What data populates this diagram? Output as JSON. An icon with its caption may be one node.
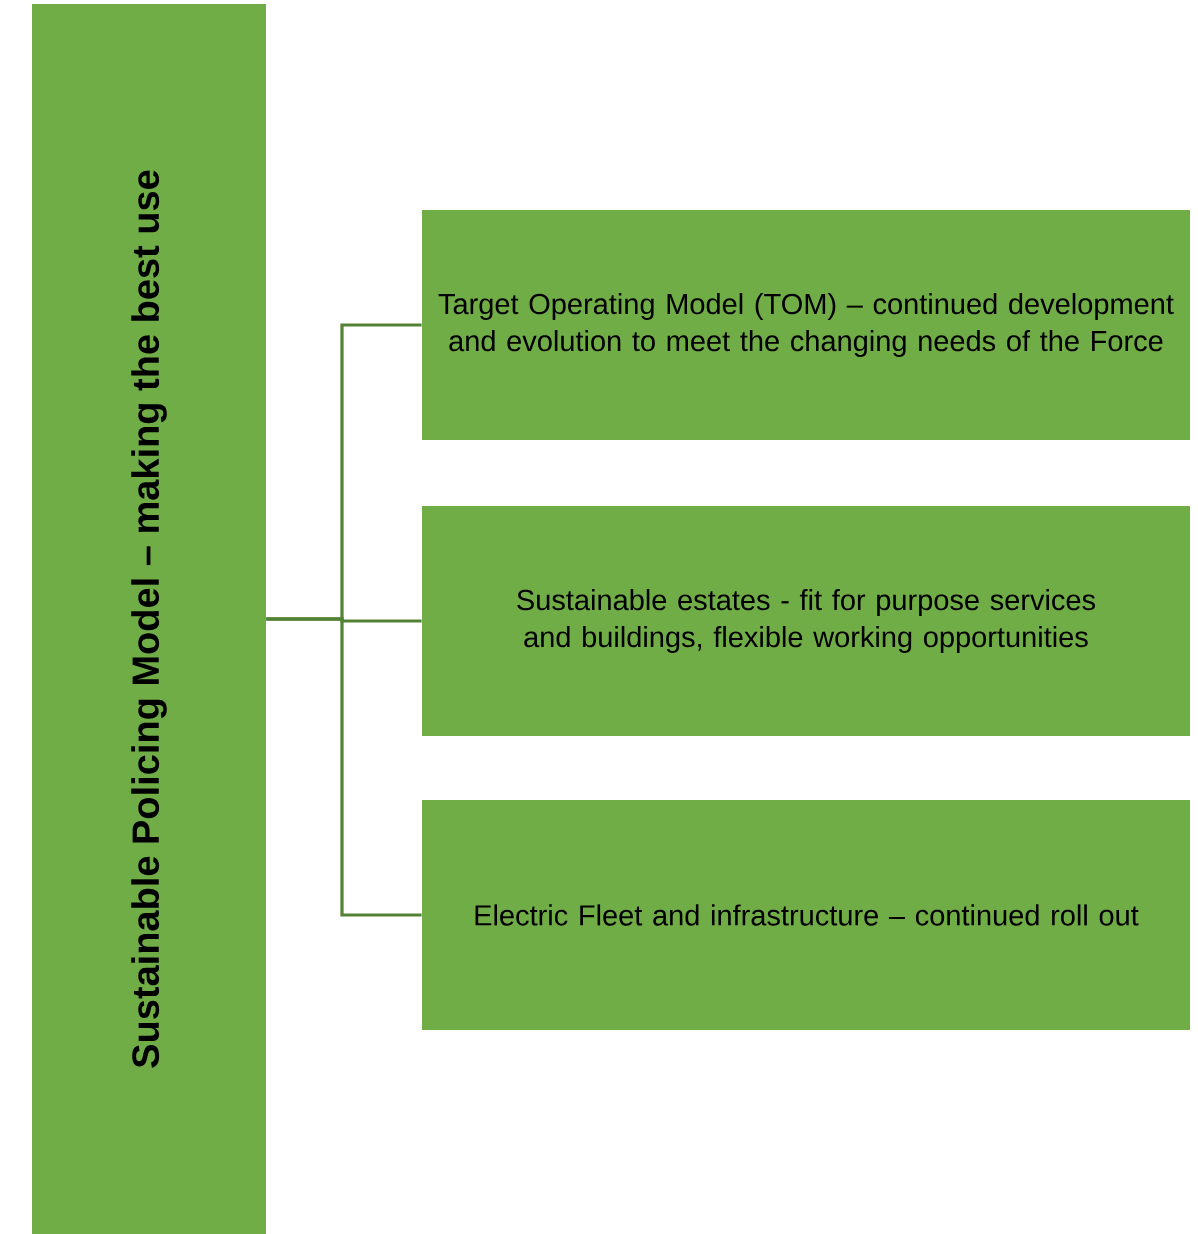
{
  "diagram": {
    "nodes": [
      {
        "text": [
          "Sustainable Policing Model – making the best use"
        ]
      },
      {
        "text": [
          "Target Operating Model (TOM) – continued development and evolution to meet the changing needs of the Force"
        ]
      },
      {
        "text": [
          "Sustainable estates - fit for purpose services and buildings, flexible working opportunities"
        ]
      },
      {
        "text": [
          "Electric Fleet and infrastructure – continued roll out"
        ]
      }
    ],
    "edges": [
      {
        "from": 0,
        "to": 1,
        "arrow": "none"
      },
      {
        "from": 0,
        "to": 2,
        "arrow": "none"
      },
      {
        "from": 0,
        "to": 3,
        "arrow": "none"
      }
    ]
  }
}
